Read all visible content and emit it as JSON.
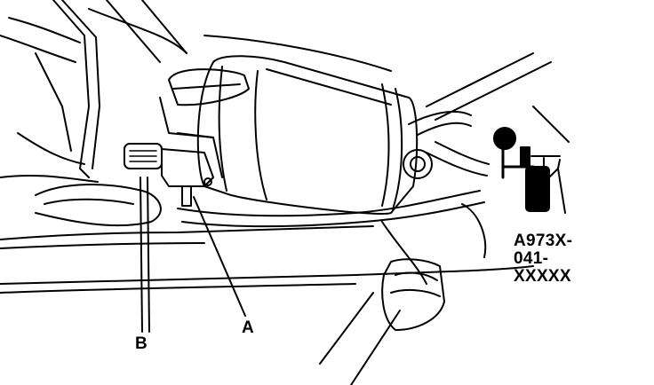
{
  "labels": {
    "a": "A",
    "b": "B"
  },
  "tool": {
    "part_number_lines": [
      "A973X-",
      "041-",
      "XXXXX"
    ],
    "icon": "vacuum-pump-gauge-icon"
  },
  "colors": {
    "ink": "#000000",
    "paper": "#ffffff"
  }
}
